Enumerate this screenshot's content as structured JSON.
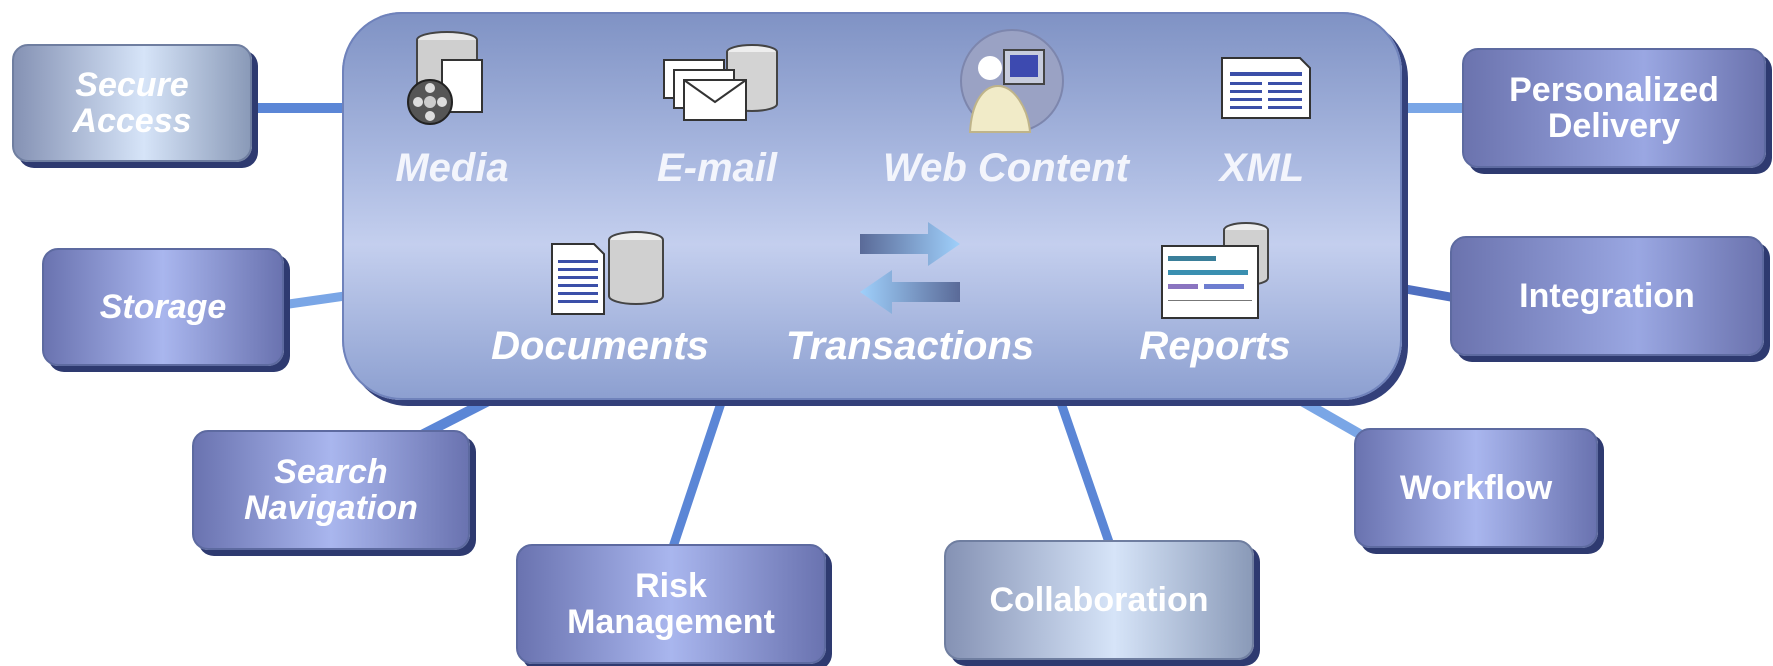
{
  "hub": {
    "items": [
      {
        "label": "Media",
        "icon": "media-database-icon"
      },
      {
        "label": "E-mail",
        "icon": "email-database-icon"
      },
      {
        "label": "Web Content",
        "icon": "web-user-icon"
      },
      {
        "label": "XML",
        "icon": "xml-document-icon"
      },
      {
        "label": "Documents",
        "icon": "document-database-icon"
      },
      {
        "label": "Transactions",
        "icon": "exchange-arrows-icon"
      },
      {
        "label": "Reports",
        "icon": "report-chart-icon"
      }
    ]
  },
  "capabilities": {
    "secure_access": [
      "Secure",
      "Access"
    ],
    "storage": "Storage",
    "search_navigation": [
      "Search",
      "Navigation"
    ],
    "risk_management": [
      "Risk",
      "Management"
    ],
    "collaboration": "Collaboration",
    "workflow": "Workflow",
    "integration": "Integration",
    "personalized_delivery": [
      "Personalized",
      "Delivery"
    ]
  },
  "colors": {
    "hub_top": "#7f92c4",
    "hub_mid": "#c4cfee",
    "box_blue": "#a9b6ee",
    "box_grey": "#d6e4f8",
    "connector": "#5b86d6",
    "shadow": "#2e3a70"
  }
}
